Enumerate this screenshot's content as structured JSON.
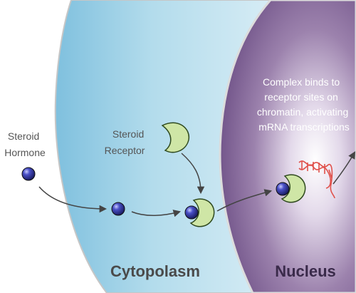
{
  "labels": {
    "steroid_hormone": [
      "Steroid",
      "Hormone"
    ],
    "steroid_receptor": [
      "Steroid",
      "Receptor"
    ],
    "nucleus_note": [
      "Complex binds to",
      "receptor sites on",
      "chromatin, activating",
      "mRNA transcriptions"
    ],
    "cytoplasm": "Cytopolasm",
    "nucleus": "Nucleus"
  },
  "colors": {
    "cytoplasm_fill": "#a9d4e8",
    "nucleus_fill": "#7a5c91",
    "hormone_ball": "#2b2f8f",
    "receptor_fill": "#cfe6a6",
    "mrna_strand": "#e0514b",
    "arrow": "#444444"
  },
  "icons": {
    "hormone": "blue-sphere",
    "receptor": "green-crescent",
    "mrna": "red-helix"
  }
}
